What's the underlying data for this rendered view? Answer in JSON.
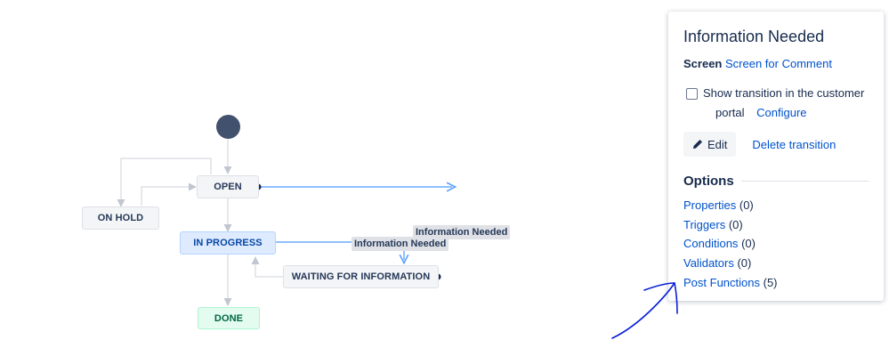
{
  "diagram": {
    "nodes": {
      "open": "OPEN",
      "on_hold": "ON HOLD",
      "in_progress": "IN PROGRESS",
      "waiting": "WAITING FOR INFORMATION",
      "done": "DONE"
    },
    "transition_labels": {
      "info_needed_right": "Information Needed",
      "info_needed_mid": "Information Needed"
    }
  },
  "panel": {
    "title": "Information Needed",
    "screen_label": "Screen",
    "screen_value": "Screen for Comment",
    "portal_checkbox_label_1": "Show transition in the customer",
    "portal_checkbox_label_2": "portal",
    "configure_link": "Configure",
    "edit_button": "Edit",
    "delete_link": "Delete transition",
    "options_heading": "Options",
    "options": [
      {
        "label": "Properties",
        "count": "(0)"
      },
      {
        "label": "Triggers",
        "count": "(0)"
      },
      {
        "label": "Conditions",
        "count": "(0)"
      },
      {
        "label": "Validators",
        "count": "(0)"
      },
      {
        "label": "Post Functions",
        "count": "(5)"
      }
    ]
  },
  "colors": {
    "link": "#0052cc",
    "start_node": "#42526e",
    "annotation": "#0a1fd6",
    "selected_transition": "#4c9aff"
  }
}
